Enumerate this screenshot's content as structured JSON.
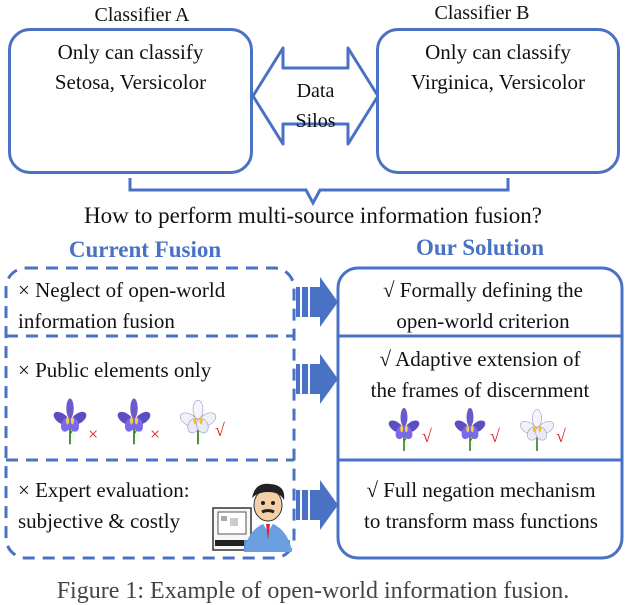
{
  "top": {
    "classifier_a": {
      "label": "Classifier A",
      "line1": "Only can classify",
      "line2": "Setosa, Versicolor"
    },
    "classifier_b": {
      "label": "Classifier B",
      "line1": "Only can classify",
      "line2": "Virginica, Versicolor"
    },
    "data_silos": {
      "line1": "Data",
      "line2": "Silos"
    }
  },
  "question": "How to perform multi-source information fusion?",
  "current_fusion": {
    "heading": "Current Fusion",
    "rows": [
      {
        "line1": "× Neglect of open-world",
        "line2": "information fusion"
      },
      {
        "line1": "× Public elements only",
        "marks": [
          "×",
          "×",
          "√"
        ]
      },
      {
        "line1": "× Expert evaluation:",
        "line2": "subjective & costly"
      }
    ]
  },
  "our_solution": {
    "heading": "Our Solution",
    "rows": [
      {
        "line1": "√  Formally defining the",
        "line2": "open-world criterion"
      },
      {
        "line1": "√  Adaptive extension of",
        "line2": "the frames of discernment",
        "marks": [
          "√",
          "√",
          "√"
        ]
      },
      {
        "line1": "√ Full negation mechanism",
        "line2": "to transform mass functions"
      }
    ]
  },
  "caption": "Figure 1: Example of open-world information fusion.",
  "colors": {
    "accent": "#4a72c4",
    "cross": "#e02020",
    "check": "#e02020"
  }
}
